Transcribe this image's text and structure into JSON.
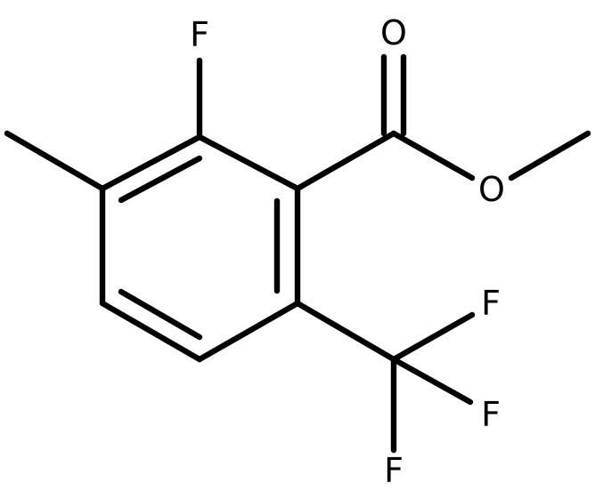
{
  "molecule": {
    "atoms": {
      "f_ortho": "F",
      "o_carbonyl": "O",
      "o_ester": "O",
      "f_cf3_upper": "F",
      "f_cf3_middle": "F",
      "f_cf3_lower": "F"
    },
    "line_color": "#000000",
    "background": "#ffffff"
  }
}
